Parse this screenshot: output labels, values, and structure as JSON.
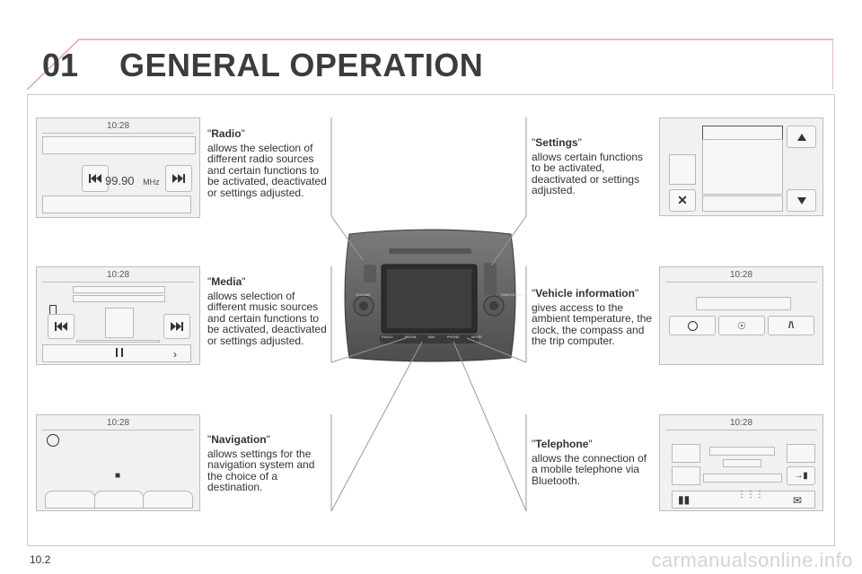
{
  "header": {
    "chapter_number": "01",
    "title": "GENERAL OPERATION"
  },
  "page_number": "10.2",
  "watermark": "carmanualsonline.info",
  "clock_time": "10:28",
  "radio_screen": {
    "frequency": "99.90",
    "unit": "MHz"
  },
  "head_unit": {
    "buttons": [
      "RADIO",
      "MEDIA",
      "NAV",
      "PHONE",
      "MORE"
    ],
    "knob_left": "VOLUME",
    "knob_right": "TUNE/SCROLL"
  },
  "sections": {
    "radio": {
      "title": "Radio",
      "text": "allows the selection of different radio sources and certain functions to be activated, deactivated or settings adjusted."
    },
    "media": {
      "title": "Media",
      "text": "allows selection of different music sources and certain functions to be activated, deactivated or settings adjusted."
    },
    "navigation": {
      "title": "Navigation",
      "text": "allows settings for the navigation system and the choice of a destination."
    },
    "settings": {
      "title": "Settings",
      "text": "allows certain functions to be activated, deactivated or settings adjusted."
    },
    "vehicle": {
      "title": "Vehicle information",
      "text": "gives access to the ambient temperature, the clock, the compass and the trip computer."
    },
    "telephone": {
      "title": "Telephone",
      "text": "allows the connection of a mobile telephone via Bluetooth."
    }
  },
  "colors": {
    "header_accent": "#e2a1b3",
    "screen_bg": "#f1f1f1"
  }
}
